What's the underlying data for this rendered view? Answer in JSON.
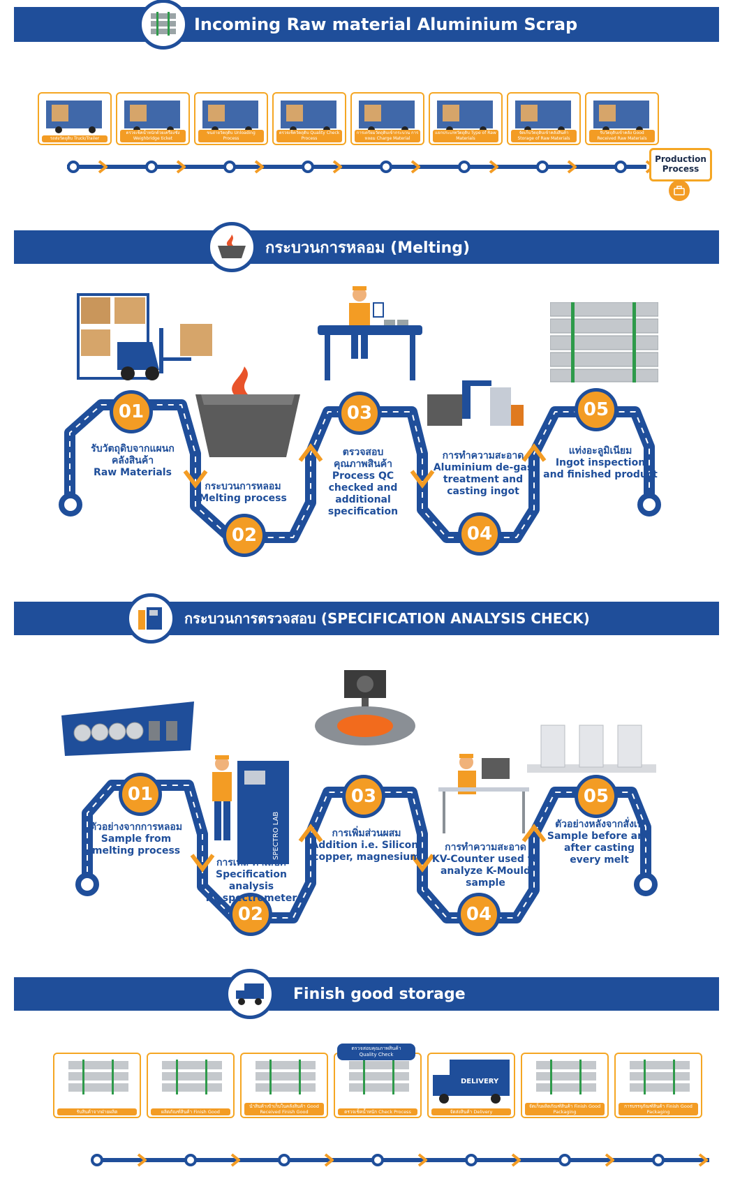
{
  "sections": {
    "incoming": {
      "title": "Incoming Raw material Aluminium Scrap"
    },
    "melting": {
      "title": "กระบวนการหลอม (Melting)"
    },
    "spec": {
      "title": "กระบวนการตรวจสอบ (SPECIFICATION ANALYSIS CHECK)"
    },
    "finish": {
      "title": "Finish good storage"
    }
  },
  "incoming_cards": [
    "รถส่งวัตถุดิบ Truck/Trailer",
    "ตรวจเช็คน้ำหนักด้วยเครื่องชั่ง Weighbridge ticket",
    "ขนถ่ายวัตถุดิบ Unloading Process",
    "ตรวจเช็ควัตถุดิบ Quality Check Process",
    "การเตรียมวัตถุดิบเข้ากระบวน การหลอม Charge Material",
    "แยกประเภทวัตถุดิบ Type of Raw Materials",
    "จัดเก็บวัตถุดิบเข้าคลังสินค้า Storage of Raw Materials",
    "รับวัตถุดิบเข้าคลัง Good Received Raw Materials"
  ],
  "production_process": {
    "line1": "Production",
    "line2": "Process"
  },
  "melting_steps": [
    {
      "num": "01",
      "lines": [
        "รับวัตถุดิบจากแผนก",
        "คลังสินค้า",
        "Raw Materials"
      ]
    },
    {
      "num": "02",
      "lines": [
        "กระบวนการหลอม",
        "Melting process"
      ]
    },
    {
      "num": "03",
      "lines": [
        "ตรวจสอบ",
        "คุณภาพสินค้า",
        "Process QC",
        "checked and",
        "additional",
        "specification"
      ]
    },
    {
      "num": "04",
      "lines": [
        "การทำความสะอาด",
        "Aluminium de-gas",
        "treatment and",
        "casting ingot"
      ]
    },
    {
      "num": "05",
      "lines": [
        "แท่งอะลูมิเนียม",
        "Ingot inspection",
        "and finished product"
      ]
    }
  ],
  "spec_steps": [
    {
      "num": "01",
      "lines": [
        "ตัวอย่างจากการหลอม",
        "Sample from",
        "melting process"
      ]
    },
    {
      "num": "02",
      "lines": [
        "การเทส ค่าเสปค",
        "Specification analysis",
        "by spectrometer"
      ]
    },
    {
      "num": "03",
      "lines": [
        "การเพิ่มส่วนผสม",
        "Addition i.e. Silicon,",
        "copper, magnesium"
      ]
    },
    {
      "num": "04",
      "lines": [
        "การทำความสะอาด",
        "KV-Counter used to",
        "analyze K-Mould",
        "sample"
      ]
    },
    {
      "num": "05",
      "lines": [
        "ตัวอย่างหลังจากสั่งเท",
        "Sample before and",
        "after casting",
        "every melt"
      ]
    }
  ],
  "spectro_label": "SPECTRO LAB",
  "delivery_label": "DELIVERY",
  "finish_cards": [
    "รับสินค้าจากฝ่ายผลิต",
    "ผลิตภัณฑ์สินค้า Finish Good",
    "นำสินค้าเข้าเก็บในคลังสินค้า Good Received Finish Good",
    "ตรวจเช็คน้ำหนัก Check Process",
    "จัดส่งสินค้า Delivery",
    "จัดเก็บผลิตภัณฑ์สินค้า Finish Good Packaging",
    "การบรรจุภัณฑ์สินค้า Finish Good Packaging"
  ],
  "qc_tag": {
    "line1": "ตรวจสอบคุณภาพสินค้า",
    "line2": "Quality Check"
  },
  "colors": {
    "blue": "#1f4e9a",
    "orange": "#f39c24",
    "light_orange": "#f5a623"
  }
}
